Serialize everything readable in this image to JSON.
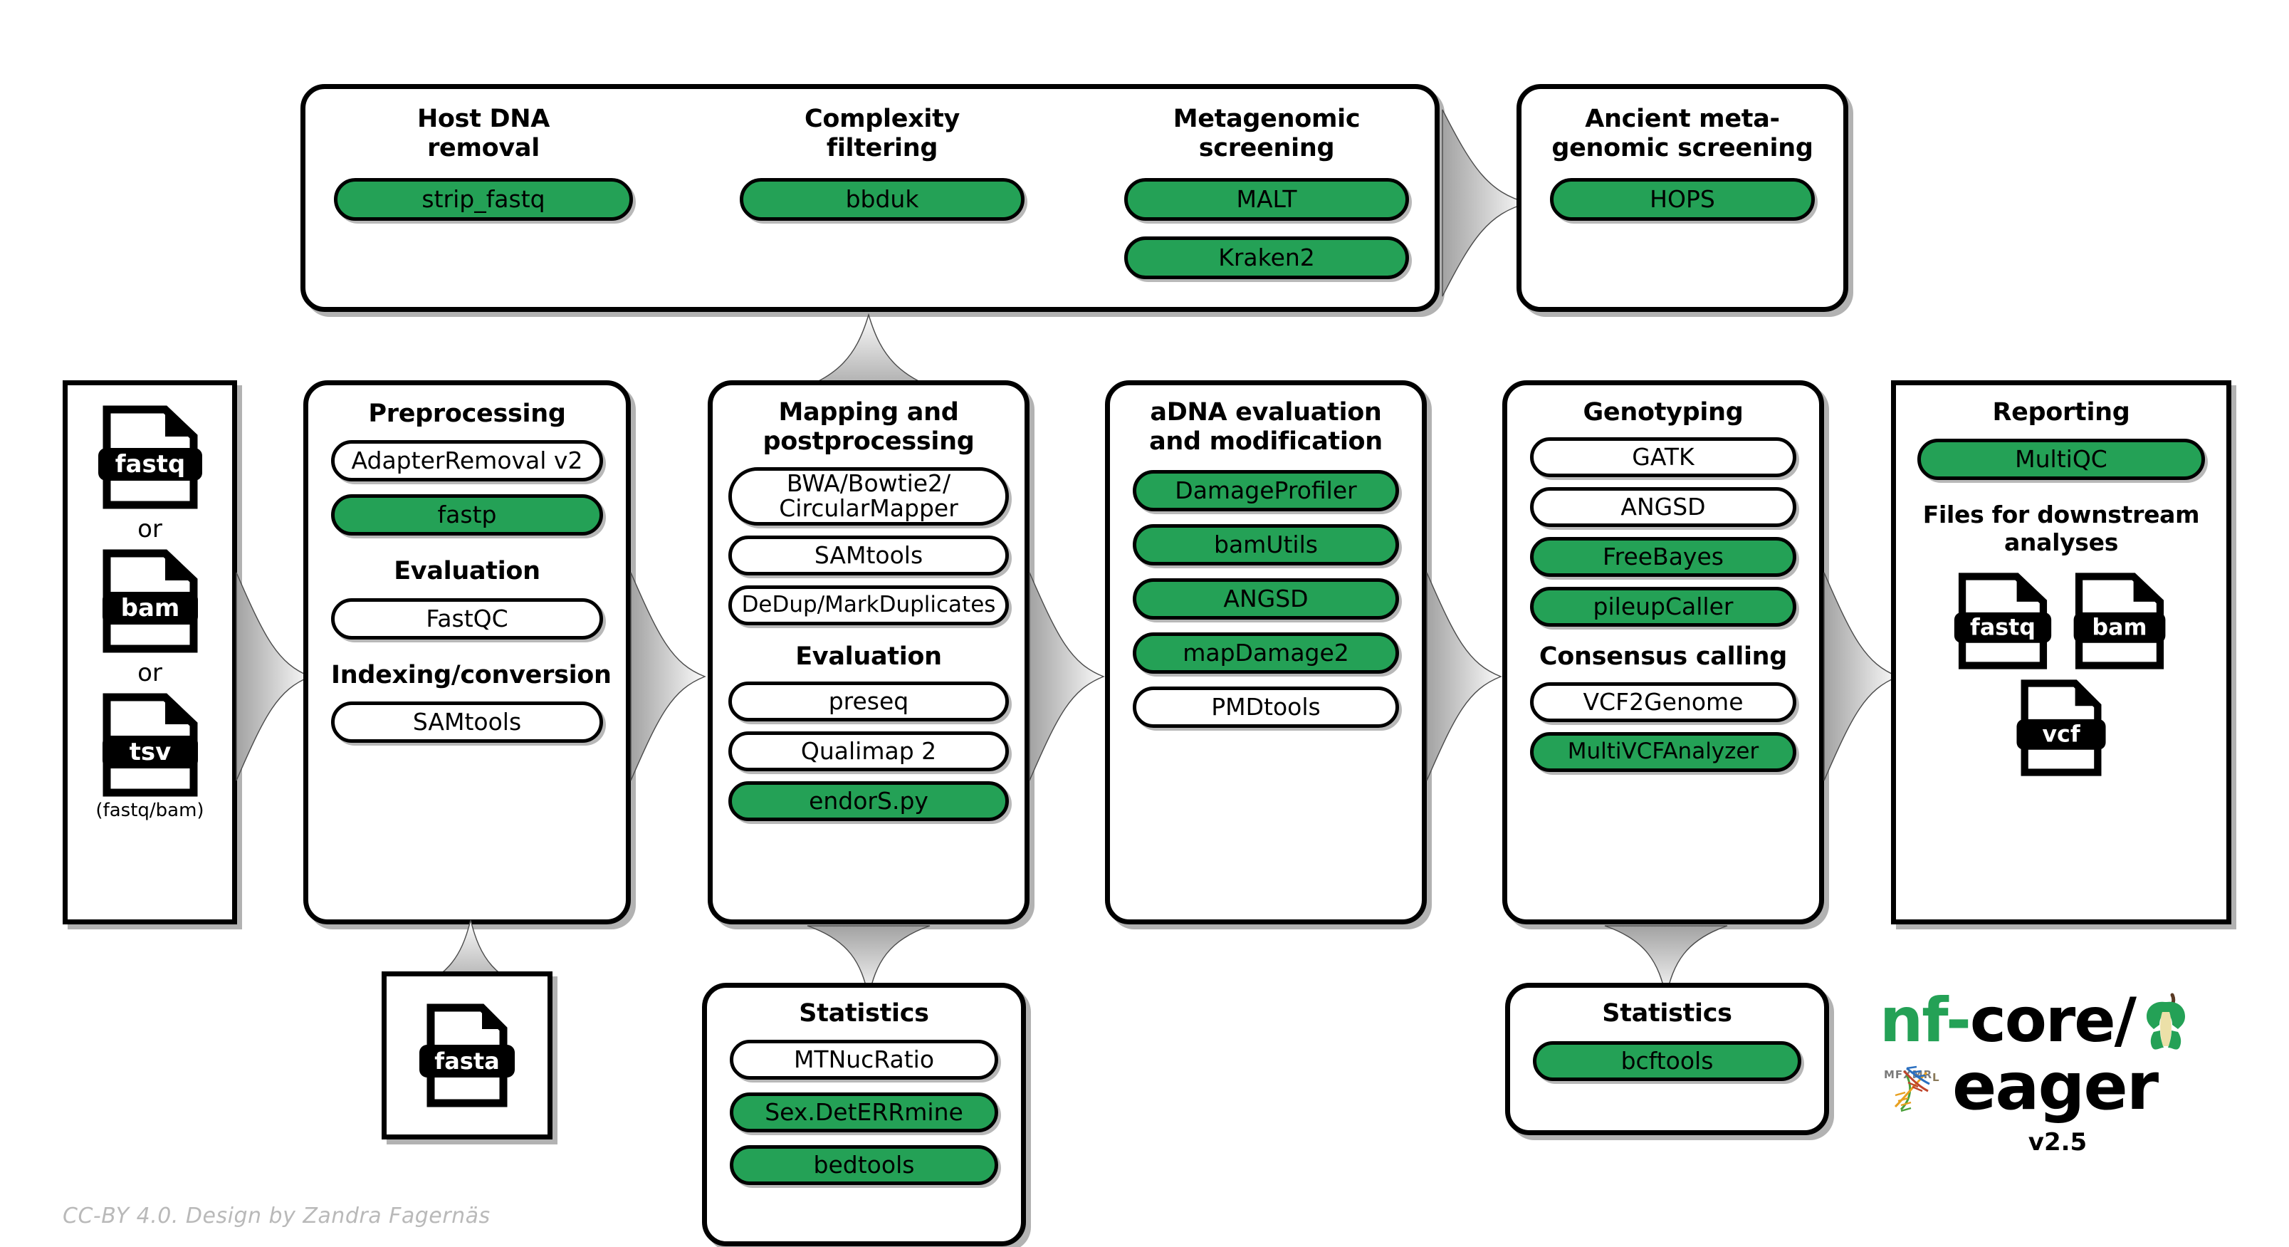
{
  "diagram": {
    "title": "nf-core/eager pipeline overview",
    "colors": {
      "green": "#24a156",
      "outline": "#000000",
      "arrow_gray_dark": "#9c9c9c",
      "arrow_gray_light": "#f2f2f2",
      "credit_gray": "#b9b9b9"
    }
  },
  "input_box": {
    "name": "input-files",
    "files": [
      {
        "label": "fastq"
      },
      {
        "label": "bam"
      },
      {
        "label": "tsv"
      }
    ],
    "separator": "or",
    "note": "(fastq/bam)"
  },
  "top_panel": {
    "groups": [
      {
        "title": "Host DNA\nremoval",
        "title_lines": [
          "Host DNA",
          "removal"
        ],
        "tools": [
          {
            "label": "strip_fastq",
            "green": true
          }
        ]
      },
      {
        "title": "Complexity\nfiltering",
        "title_lines": [
          "Complexity",
          "filtering"
        ],
        "tools": [
          {
            "label": "bbduk",
            "green": true
          }
        ]
      },
      {
        "title": "Metagenomic\nscreening",
        "title_lines": [
          "Metagenomic",
          "screening"
        ],
        "tools": [
          {
            "label": "MALT",
            "green": true
          },
          {
            "label": "Kraken2",
            "green": true
          }
        ]
      }
    ]
  },
  "ancient_screening": {
    "title_lines": [
      "Ancient meta-",
      "genomic screening"
    ],
    "tools": [
      {
        "label": "HOPS",
        "green": true
      }
    ]
  },
  "preprocessing": {
    "title_lines": [
      "Preprocessing"
    ],
    "tools": [
      {
        "label": "AdapterRemoval v2",
        "green": false
      },
      {
        "label": "fastp",
        "green": true
      }
    ],
    "sections": [
      {
        "heading": "Evaluation",
        "tools": [
          {
            "label": "FastQC",
            "green": false
          }
        ]
      },
      {
        "heading": "Indexing/conversion",
        "tools": [
          {
            "label": "SAMtools",
            "green": false
          }
        ]
      }
    ]
  },
  "fasta_box": {
    "file": {
      "label": "fasta"
    }
  },
  "mapping": {
    "title_lines": [
      "Mapping and",
      "postprocessing"
    ],
    "tools": [
      {
        "label": "BWA/Bowtie2/\nCircularMapper",
        "label_lines": [
          "BWA/Bowtie2/",
          "CircularMapper"
        ],
        "green": false
      },
      {
        "label": "SAMtools",
        "green": false
      },
      {
        "label": "DeDup/MarkDuplicates",
        "green": false
      }
    ],
    "sections": [
      {
        "heading": "Evaluation",
        "tools": [
          {
            "label": "preseq",
            "green": false
          },
          {
            "label": "Qualimap 2",
            "green": false
          },
          {
            "label": "endorS.py",
            "green": true
          }
        ]
      }
    ]
  },
  "statistics_left": {
    "title_lines": [
      "Statistics"
    ],
    "tools": [
      {
        "label": "MTNucRatio",
        "green": false
      },
      {
        "label": "Sex.DetERRmine",
        "green": true
      },
      {
        "label": "bedtools",
        "green": true
      }
    ]
  },
  "adna": {
    "title_lines": [
      "aDNA evaluation",
      "and modification"
    ],
    "tools": [
      {
        "label": "DamageProfiler",
        "green": true
      },
      {
        "label": "bamUtils",
        "green": true
      },
      {
        "label": "ANGSD",
        "green": true
      },
      {
        "label": "mapDamage2",
        "green": true
      },
      {
        "label": "PMDtools",
        "green": false
      }
    ]
  },
  "genotyping": {
    "title_lines": [
      "Genotyping"
    ],
    "tools": [
      {
        "label": "GATK",
        "green": false
      },
      {
        "label": "ANGSD",
        "green": false
      },
      {
        "label": "FreeBayes",
        "green": true
      },
      {
        "label": "pileupCaller",
        "green": true
      }
    ],
    "sections": [
      {
        "heading": "Consensus calling",
        "tools": [
          {
            "label": "VCF2Genome",
            "green": false
          },
          {
            "label": "MultiVCFAnalyzer",
            "green": true
          }
        ]
      }
    ]
  },
  "statistics_right": {
    "title_lines": [
      "Statistics"
    ],
    "tools": [
      {
        "label": "bcftools",
        "green": true
      }
    ]
  },
  "reporting": {
    "title_lines": [
      "Reporting"
    ],
    "tools": [
      {
        "label": "MultiQC",
        "green": true
      }
    ],
    "downstream_heading_lines": [
      "Files for downstream",
      "analyses"
    ],
    "files": [
      {
        "label": "fastq"
      },
      {
        "label": "bam"
      },
      {
        "label": "vcf"
      }
    ]
  },
  "logo": {
    "nf": "nf-",
    "core": "core/",
    "eager": "eager",
    "version": "v2.5"
  },
  "credit": {
    "text": "CC-BY 4.0. Design by Zandra Fagernäs"
  }
}
